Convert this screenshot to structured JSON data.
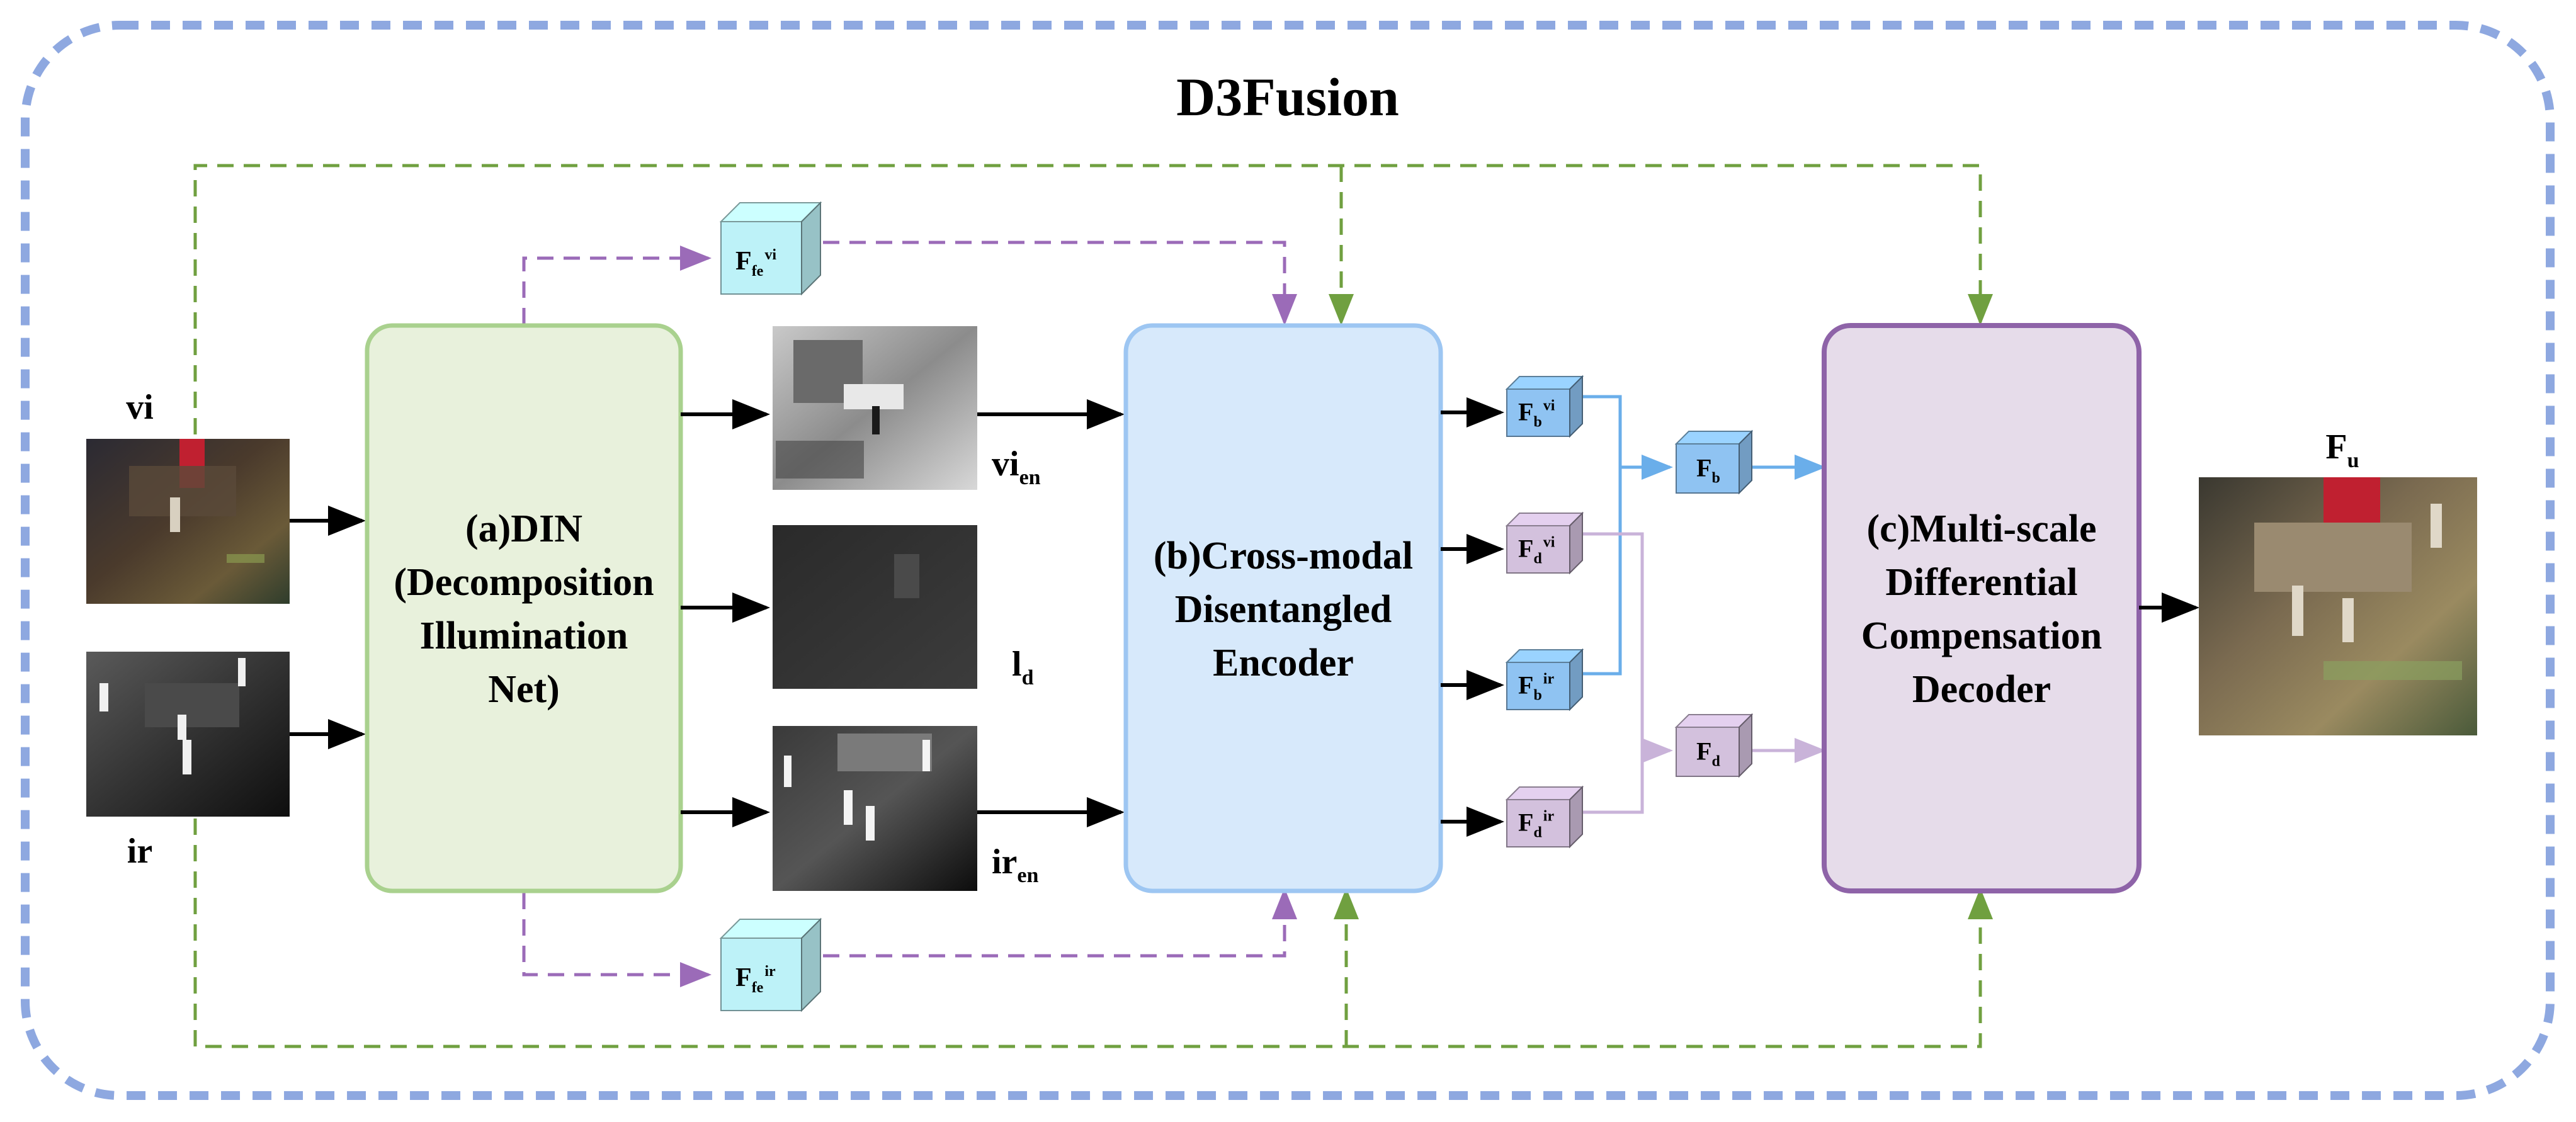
{
  "title": "D3Fusion",
  "inputs": {
    "vi": "vi",
    "ir": "ir"
  },
  "blocks": {
    "din": [
      "(a)DIN",
      "(Decomposition",
      "Illumination",
      "Net)"
    ],
    "encoder": [
      "(b)Cross-modal",
      "Disentangled",
      "Encoder"
    ],
    "decoder": [
      "(c)Multi-scale",
      "Differential",
      "Compensation",
      "Decoder"
    ]
  },
  "intermediate": {
    "vi_en": {
      "base": "vi",
      "sub": "en"
    },
    "l_d": {
      "base": "l",
      "sub": "d"
    },
    "ir_en": {
      "base": "ir",
      "sub": "en"
    }
  },
  "features": {
    "f_fe_vi": {
      "base": "F",
      "sub": "fe",
      "sup": "vi"
    },
    "f_fe_ir": {
      "base": "F",
      "sub": "fe",
      "sup": "ir"
    },
    "f_b_vi": {
      "base": "F",
      "sub": "b",
      "sup": "vi"
    },
    "f_d_vi": {
      "base": "F",
      "sub": "d",
      "sup": "vi"
    },
    "f_b_ir": {
      "base": "F",
      "sub": "b",
      "sup": "ir"
    },
    "f_d_ir": {
      "base": "F",
      "sub": "d",
      "sup": "ir"
    },
    "f_b": {
      "base": "F",
      "sub": "b"
    },
    "f_d": {
      "base": "F",
      "sub": "d"
    }
  },
  "output": {
    "base": "F",
    "sub": "u"
  },
  "colors": {
    "outer_border": "#8ea8e0",
    "din_fill": "#e8f1dc",
    "din_stroke": "#a9d18e",
    "encoder_fill": "#d7e9fb",
    "encoder_stroke": "#9dc6f2",
    "decoder_fill": "#e6dcea",
    "decoder_stroke": "#8e63a8",
    "cube_cyan": "#bdf2f8",
    "cube_blue": "#8fc3f2",
    "cube_purple": "#d3c1dd",
    "arrow_green": "#70a040",
    "arrow_purple": "#9b6bb8",
    "arrow_blue": "#6aaeea",
    "arrow_lilac": "#c9b3d9"
  }
}
